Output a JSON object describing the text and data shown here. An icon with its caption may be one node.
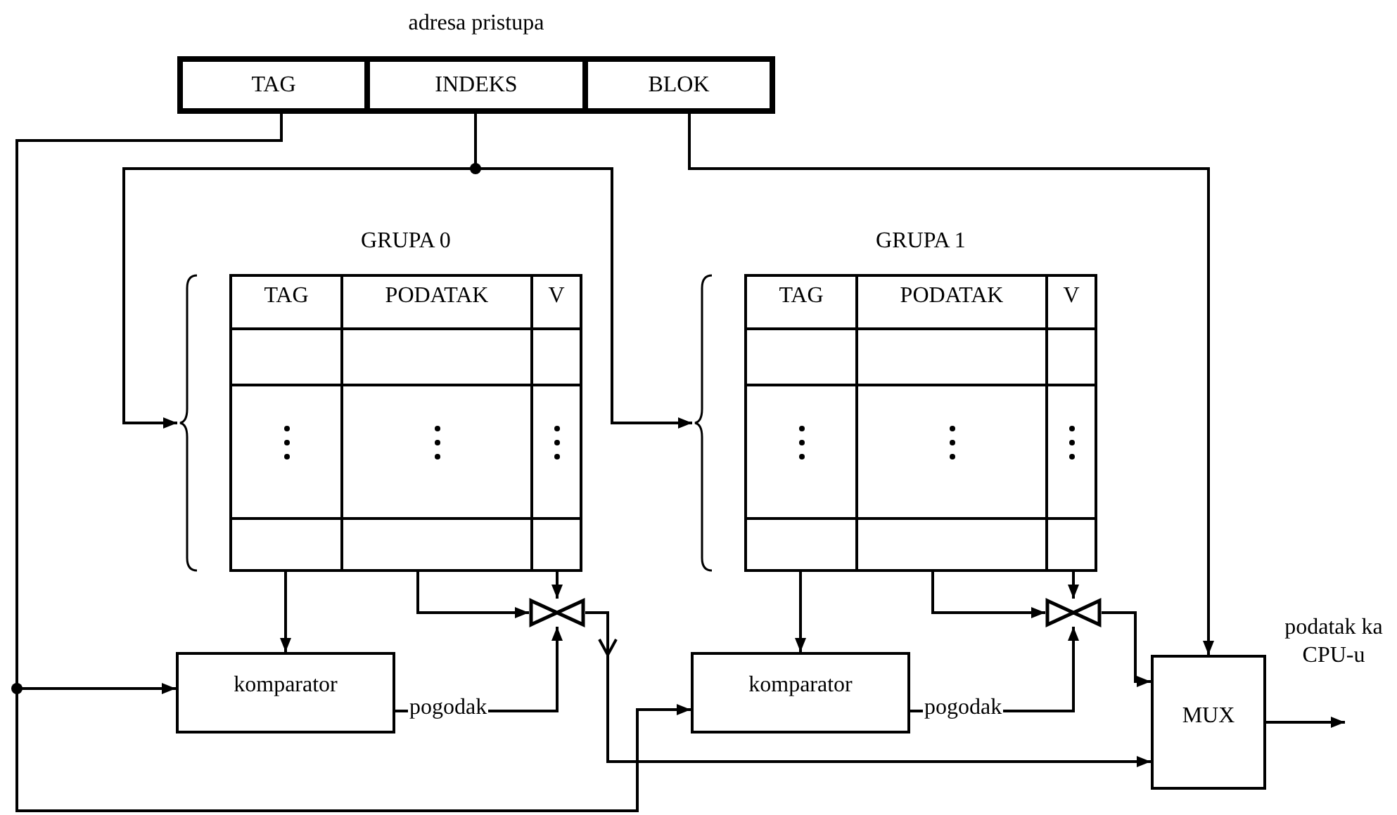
{
  "diagram": {
    "nodes": [
      {
        "text": [
          "adresa pristupa"
        ]
      },
      {
        "text": [
          "TAG"
        ],
        "in": 0
      },
      {
        "text": [
          "INDEKS"
        ],
        "in": 0
      },
      {
        "text": [
          "BLOK"
        ],
        "in": 0
      },
      {
        "text": [],
        "shape": "brace"
      },
      {
        "text": [
          "GRUPA 0"
        ]
      },
      {
        "text": [
          "TAG"
        ],
        "in": 5
      },
      {
        "text": [
          "PODATAK"
        ],
        "in": 5
      },
      {
        "text": [
          "V"
        ],
        "in": 5
      },
      {
        "text": [],
        "shape": "brace"
      },
      {
        "text": [
          "GRUPA 1"
        ]
      },
      {
        "text": [
          "TAG"
        ],
        "in": 10
      },
      {
        "text": [
          "PODATAK"
        ],
        "in": 10
      },
      {
        "text": [
          "V"
        ],
        "in": 10
      },
      {
        "text": [
          "komparator"
        ]
      },
      {
        "text": [],
        "shape": "bowtie"
      },
      {
        "text": [
          "komparator"
        ]
      },
      {
        "text": [],
        "shape": "bowtie"
      },
      {
        "text": [
          "MUX"
        ]
      }
    ],
    "edges": [
      {
        "from": 1,
        "to": 14,
        "arrow": "to"
      },
      {
        "from": 1,
        "to": 16,
        "arrow": "to"
      },
      {
        "from": 2,
        "to": 4,
        "arrow": "to"
      },
      {
        "from": 2,
        "to": 9,
        "arrow": "to"
      },
      {
        "from": 3,
        "to": 18,
        "arrow": "to"
      },
      {
        "from": 6,
        "to": 14,
        "arrow": "to"
      },
      {
        "from": 7,
        "to": 15,
        "arrow": "to"
      },
      {
        "from": 8,
        "to": 15,
        "arrow": "to"
      },
      {
        "from": 14,
        "to": 15,
        "arrow": "to",
        "label": "pogodak"
      },
      {
        "from": 15,
        "to": 18,
        "arrow": "to"
      },
      {
        "from": 11,
        "to": 16,
        "arrow": "to"
      },
      {
        "from": 12,
        "to": 17,
        "arrow": "to"
      },
      {
        "from": 13,
        "to": 17,
        "arrow": "to"
      },
      {
        "from": 16,
        "to": 17,
        "arrow": "to",
        "label": "pogodak"
      },
      {
        "from": 17,
        "to": 18,
        "arrow": "to"
      },
      {
        "from": 18,
        "to": null,
        "arrow": "to",
        "label": "podatak ka CPU-u"
      }
    ]
  }
}
